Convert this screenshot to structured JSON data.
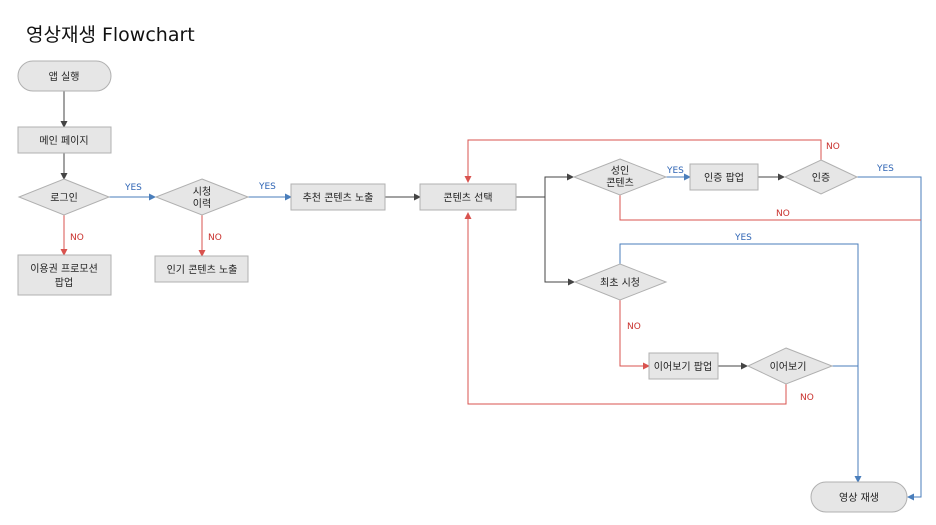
{
  "title": "영상재생 Flowchart",
  "colors": {
    "node_fill": "#e6e6e6",
    "node_stroke": "#b0b0b0",
    "line_default": "#444444",
    "line_yes": "#4a7ebb",
    "line_no": "#d9534f",
    "label_yes": "#2e64b4",
    "label_no": "#c9302c"
  },
  "nodes": {
    "app_launch": [
      "앱 실행"
    ],
    "main_page": [
      "메인 페이지"
    ],
    "login": [
      "로그인"
    ],
    "pass_promo_popup": [
      "이용권 프로모션",
      "팝업"
    ],
    "watch_history": [
      "시청",
      "이력"
    ],
    "popular_content": [
      "인기 콘텐츠 노출"
    ],
    "recommended_content": [
      "추천 콘텐츠 노출"
    ],
    "content_select": [
      "콘텐츠 선택"
    ],
    "adult_content": [
      "성인",
      "콘텐츠"
    ],
    "auth_popup": [
      "인증 팝업"
    ],
    "auth": [
      "인증"
    ],
    "first_watch": [
      "최초 시청"
    ],
    "resume_popup": [
      "이어보기 팝업"
    ],
    "resume": [
      "이어보기"
    ],
    "video_play": [
      "영상 재생"
    ]
  },
  "edge_labels": {
    "login_yes": "YES",
    "login_no": "NO",
    "history_yes": "YES",
    "history_no": "NO",
    "adult_yes": "YES",
    "auth_yes": "YES",
    "auth_fail_no": "NO",
    "adult_no": "NO",
    "first_watch_yes": "YES",
    "first_watch_no": "NO",
    "resume_no": "NO"
  }
}
